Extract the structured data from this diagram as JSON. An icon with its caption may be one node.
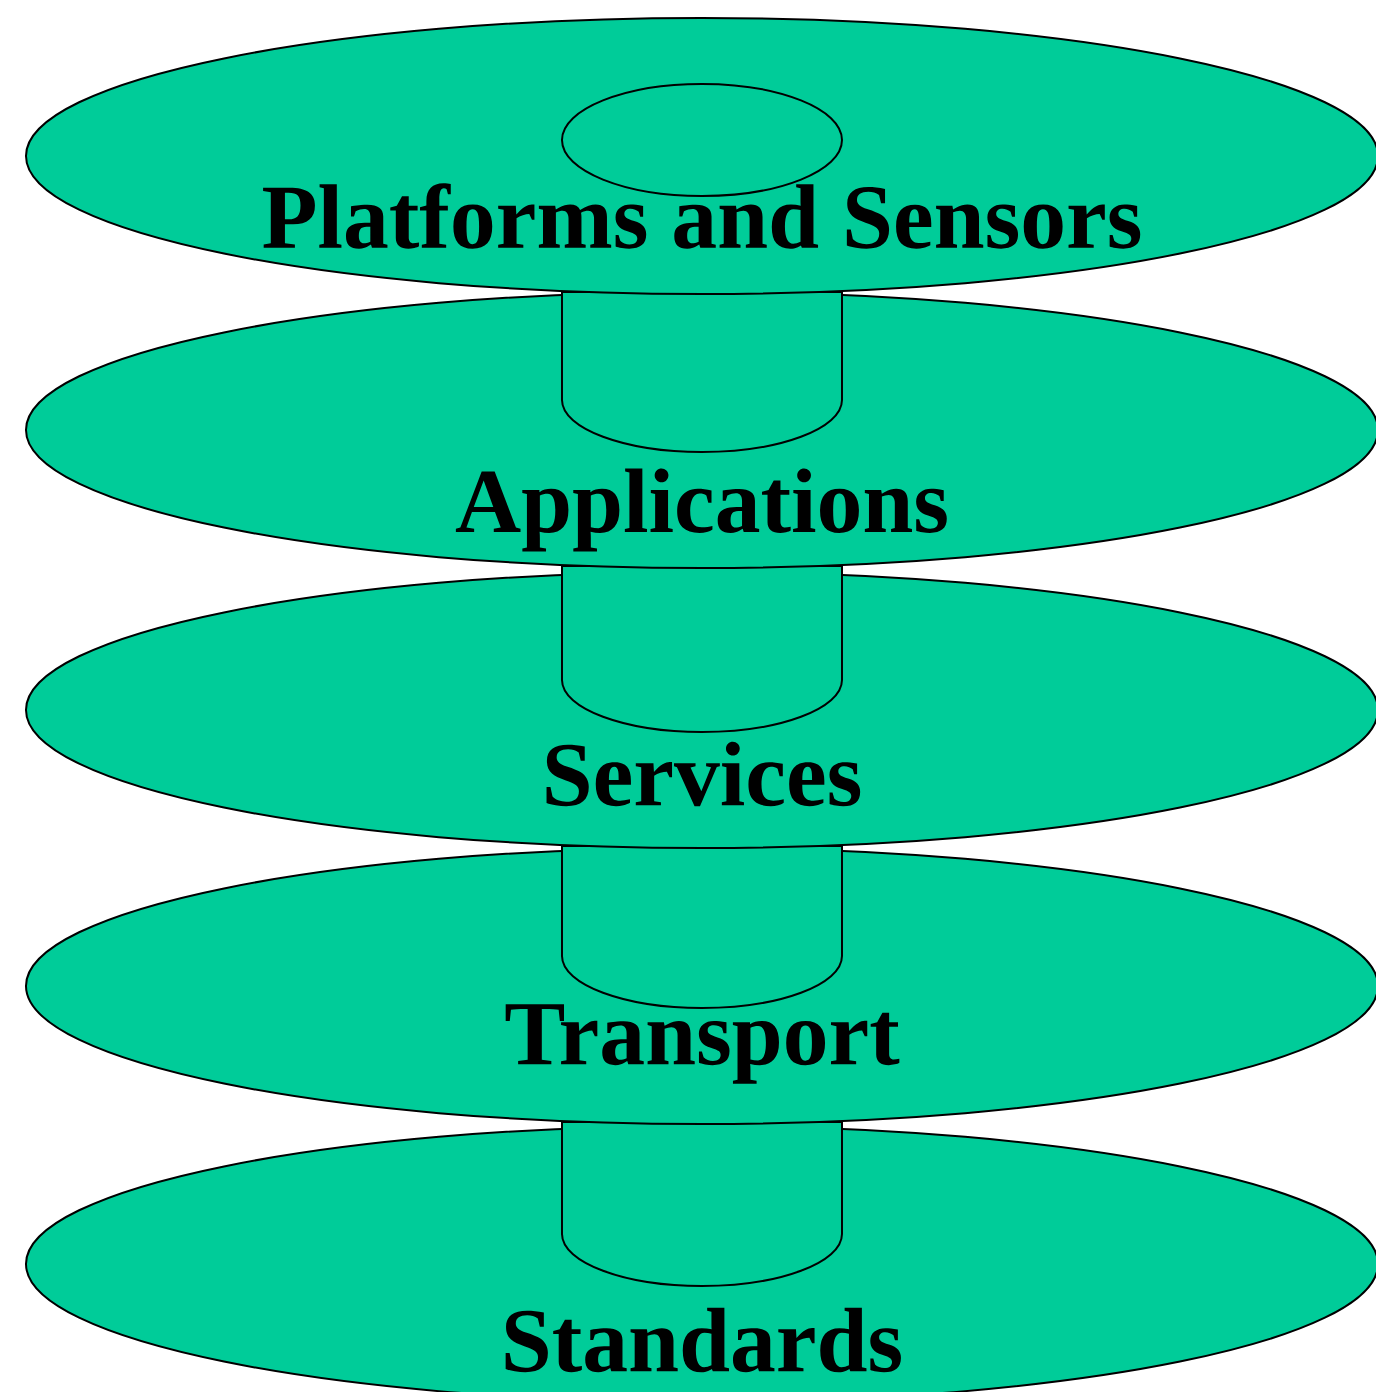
{
  "diagram": {
    "nodes": [
      {
        "text": [
          "Platforms and Sensors"
        ]
      },
      {
        "text": [
          "Applications"
        ]
      },
      {
        "text": [
          "Services"
        ]
      },
      {
        "text": [
          "Transport"
        ]
      },
      {
        "text": [
          "Standards"
        ]
      },
      {
        "text": [],
        "shape": "circle",
        "in": 0
      },
      {
        "text": [],
        "shape": "cylinder",
        "in": 1
      },
      {
        "text": [],
        "shape": "cylinder",
        "in": 2
      },
      {
        "text": [],
        "shape": "cylinder",
        "in": 3
      },
      {
        "text": [],
        "shape": "cylinder",
        "in": 4
      }
    ]
  }
}
